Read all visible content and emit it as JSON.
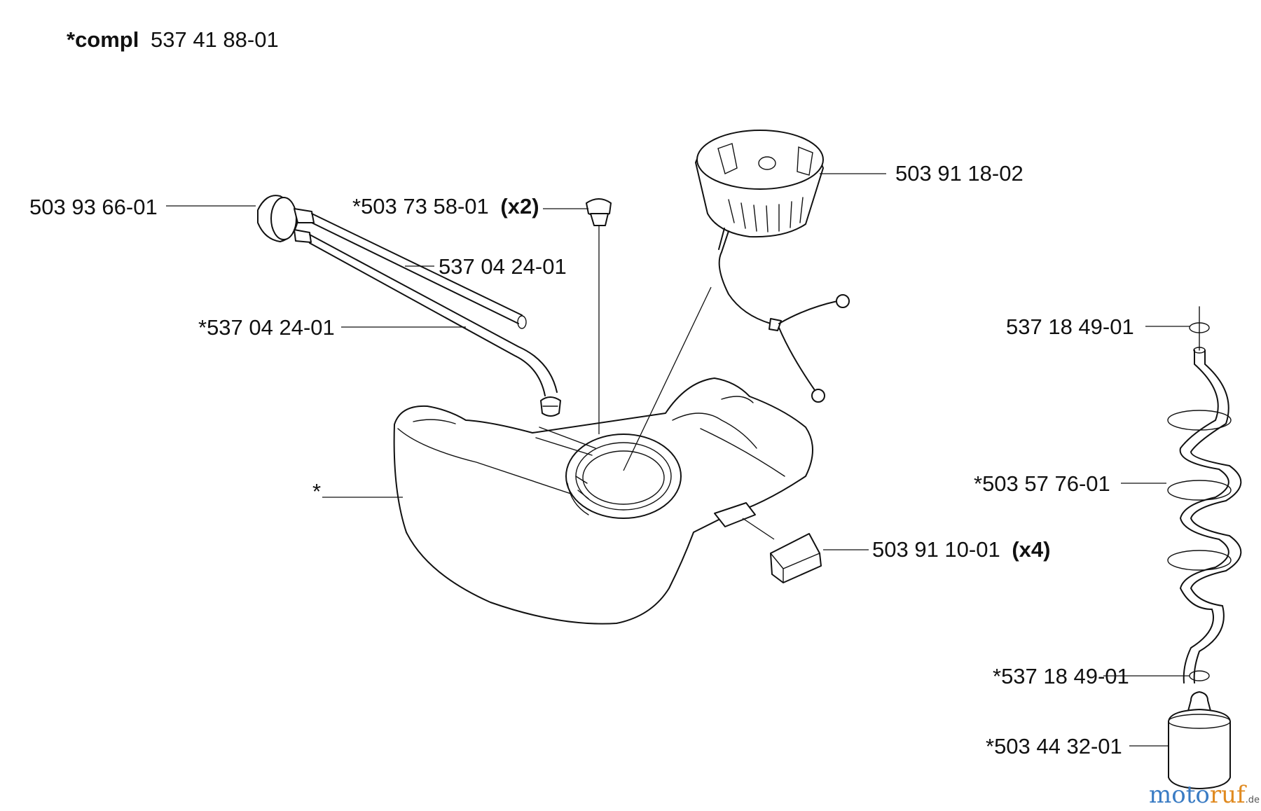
{
  "header": {
    "prefix": "*compl",
    "number": "537 41 88-01"
  },
  "labels": {
    "primer_bulb": "503 93 66-01",
    "grommet": "*503 73 58-01",
    "grommet_qty": "(x2)",
    "fuel_cap": "503 91 18-02",
    "fuel_hose_upper": "537 04 24-01",
    "fuel_hose_lower": "*537 04 24-01",
    "tank": "*",
    "damper": "503 91 10-01",
    "damper_qty": "(x4)",
    "oring_top": "537 18 49-01",
    "fuel_line_coil": "*503 57 76-01",
    "oring_bottom": "*537 18 49-01",
    "fuel_filter": "*503 44 32-01"
  },
  "watermark": {
    "brand_a": "moto",
    "brand_b": "ruf",
    "tld": ".de"
  },
  "icons": [
    "fuel-tank-icon",
    "fuel-cap-icon",
    "primer-bulb-icon",
    "grommet-icon",
    "damper-icon",
    "fuel-filter-icon",
    "coiled-fuel-line-icon",
    "o-ring-icon"
  ],
  "colors": {
    "ink": "#111111",
    "watermark_blue": "#3a7cc4",
    "watermark_orange": "#e08a20"
  }
}
